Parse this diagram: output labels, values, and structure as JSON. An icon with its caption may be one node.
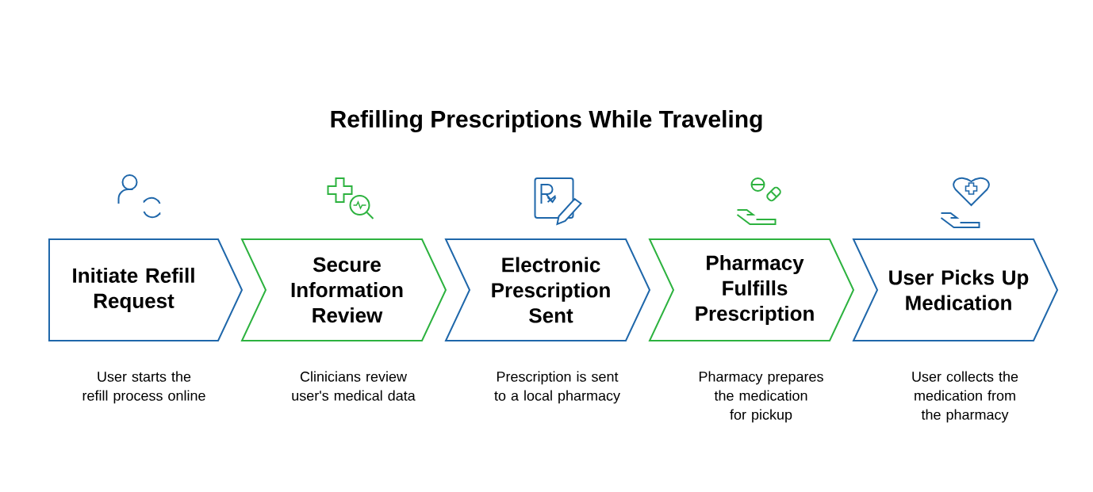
{
  "diagram": {
    "title": "Refilling Prescriptions While Traveling",
    "nodes": [
      {
        "text": [
          "Initiate Refill Request"
        ],
        "beside": [
          "User starts the refill process online"
        ]
      },
      {
        "text": [
          "Secure Information Review"
        ],
        "beside": [
          "Clinicians review user's medical data"
        ]
      },
      {
        "text": [
          "Electronic Prescription Sent"
        ],
        "beside": [
          "Prescription is sent to a local pharmacy"
        ]
      },
      {
        "text": [
          "Pharmacy Fulfills Prescription"
        ],
        "beside": [
          "Pharmacy prepares the medication for pickup"
        ]
      },
      {
        "text": [
          "User Picks Up Medication"
        ],
        "beside": [
          "User collects the medication from the pharmacy"
        ]
      }
    ],
    "edges": []
  }
}
